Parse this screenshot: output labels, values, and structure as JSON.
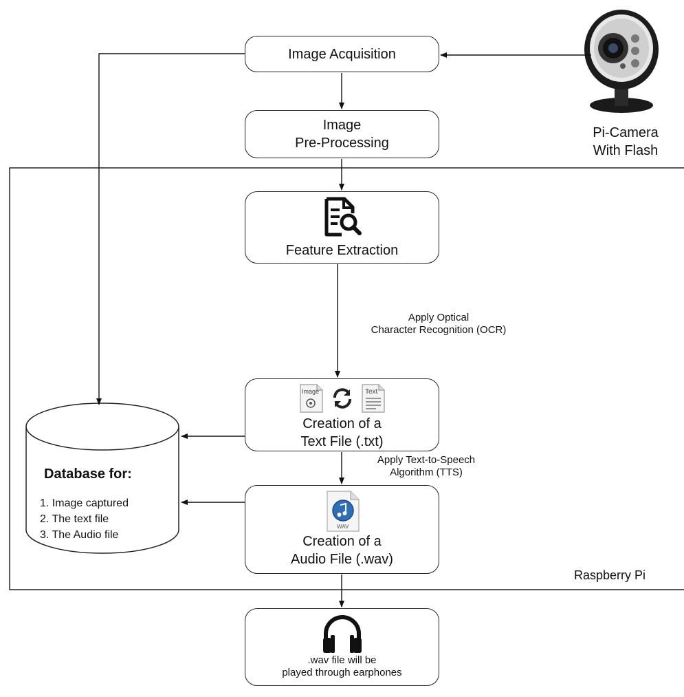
{
  "boxes": {
    "acquisition": "Image Acquisition",
    "preprocessing_line1": "Image",
    "preprocessing_line2": "Pre-Processing",
    "feature": "Feature Extraction",
    "textfile_line1": "Creation of a",
    "textfile_line2": "Text File (.txt)",
    "audiofile_line1": "Creation of a",
    "audiofile_line2": "Audio File (.wav)",
    "output_line1": ".wav file will be",
    "output_line2": "played through earphones"
  },
  "camera": {
    "line1": "Pi-Camera",
    "line2": "With Flash"
  },
  "edges": {
    "ocr_line1": "Apply Optical",
    "ocr_line2": "Character Recognition (OCR)",
    "tts_line1": "Apply Text-to-Speech",
    "tts_line2": "Algorithm (TTS)"
  },
  "container_label": "Raspberry Pi",
  "database": {
    "title": "Database for:",
    "items": [
      "1. Image captured",
      "2. The text file",
      "3. The Audio file"
    ]
  },
  "icons": {
    "doc_image_label": "Image",
    "doc_text_label": "Text",
    "wav_label": "WAV"
  }
}
